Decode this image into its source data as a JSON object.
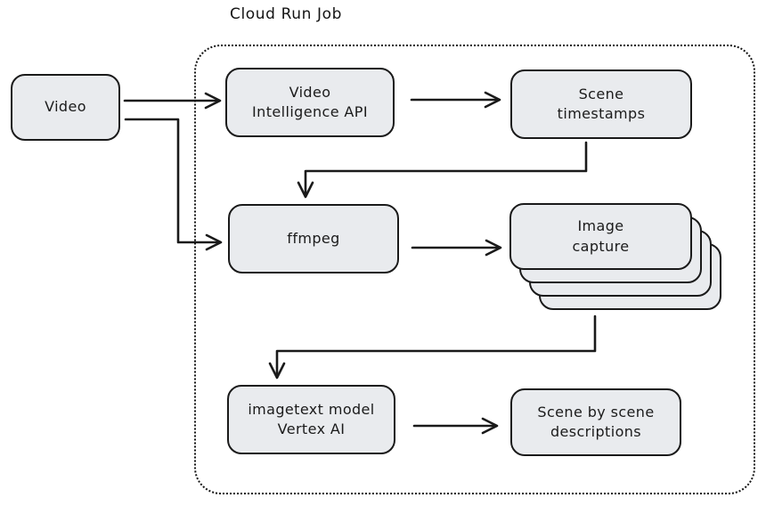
{
  "diagram": {
    "title": "Cloud Run Job",
    "boundary_label": "Cloud Run Job",
    "nodes": {
      "video": {
        "lines": [
          "Video"
        ]
      },
      "video_intelligence_api": {
        "lines": [
          "Video",
          "Intelligence API"
        ]
      },
      "scene_timestamps": {
        "lines": [
          "Scene",
          "timestamps"
        ]
      },
      "ffmpeg": {
        "lines": [
          "ffmpeg"
        ]
      },
      "image_capture": {
        "lines": [
          "Image",
          "capture"
        ],
        "stack_count": 4
      },
      "imagetext_vertex": {
        "lines": [
          "imagetext model",
          "Vertex AI"
        ]
      },
      "scene_descriptions": {
        "lines": [
          "Scene by scene",
          "descriptions"
        ]
      }
    },
    "edges": [
      {
        "from": "video",
        "to": "video_intelligence_api"
      },
      {
        "from": "video",
        "to": "ffmpeg"
      },
      {
        "from": "video_intelligence_api",
        "to": "scene_timestamps"
      },
      {
        "from": "scene_timestamps",
        "to": "ffmpeg"
      },
      {
        "from": "ffmpeg",
        "to": "image_capture"
      },
      {
        "from": "image_capture",
        "to": "imagetext_vertex"
      },
      {
        "from": "imagetext_vertex",
        "to": "scene_descriptions"
      }
    ],
    "colors": {
      "node_fill": "#e9ebee",
      "stroke": "#1a1a1a",
      "background": "#ffffff"
    }
  }
}
